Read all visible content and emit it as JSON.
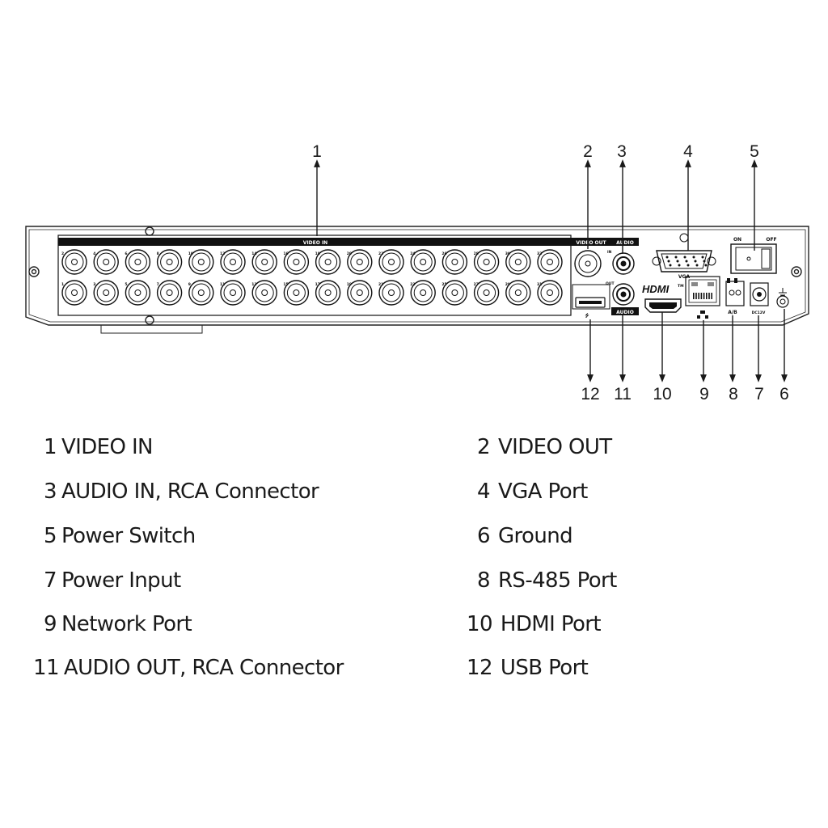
{
  "callouts": {
    "c1": "1",
    "c2": "2",
    "c3": "3",
    "c4": "4",
    "c5": "5",
    "c6": "6",
    "c7": "7",
    "c8": "8",
    "c9": "9",
    "c10": "10",
    "c11": "11",
    "c12": "12"
  },
  "panel": {
    "video_in": "VIDEO IN",
    "video_out": "VIDEO OUT",
    "audio_top": "AUDIO",
    "audio_bottom": "AUDIO",
    "audio_in_tag": "IN",
    "audio_out_tag": "OUT",
    "vga": "VGA",
    "on": "ON",
    "off": "OFF",
    "hdmi": "HDMI",
    "hdmi_tm": "TM",
    "ab": "A/B",
    "dc": "DC12V",
    "usb_symbol": "⭍",
    "top_row_numbers": [
      "2",
      "4",
      "6",
      "8",
      "10",
      "12",
      "14",
      "16",
      "18",
      "20",
      "22",
      "24",
      "26",
      "28",
      "30",
      "32"
    ],
    "bottom_row_numbers": [
      "1",
      "3",
      "5",
      "7",
      "9",
      "11",
      "13",
      "15",
      "17",
      "19",
      "21",
      "23",
      "25",
      "27",
      "29",
      "31"
    ]
  },
  "legend": {
    "left": [
      {
        "num": "1",
        "label": "VIDEO IN"
      },
      {
        "num": "3",
        "label": "AUDIO IN, RCA Connector"
      },
      {
        "num": "5",
        "label": "Power Switch"
      },
      {
        "num": "7",
        "label": "Power Input"
      },
      {
        "num": "9",
        "label": "Network Port"
      },
      {
        "num": "11",
        "label": "AUDIO OUT, RCA Connector"
      }
    ],
    "right": [
      {
        "num": "2",
        "label": "VIDEO OUT"
      },
      {
        "num": "4",
        "label": "VGA Port"
      },
      {
        "num": "6",
        "label": "Ground"
      },
      {
        "num": "8",
        "label": "RS-485 Port"
      },
      {
        "num": "10",
        "label": "HDMI Port"
      },
      {
        "num": "12",
        "label": "USB Port"
      }
    ]
  }
}
